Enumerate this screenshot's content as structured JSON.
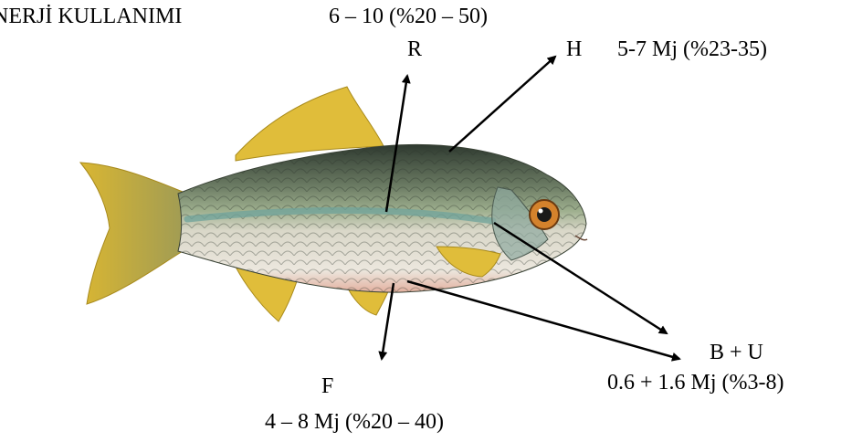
{
  "title": "NERJİ KULLANIMI",
  "labels": {
    "r_letter": "R",
    "r_value": "6 – 10 (%20 – 50)",
    "h_letter": "H",
    "h_value": "5-7 Mj (%23-35)",
    "bu_letter": "B + U",
    "bu_value": "0.6 + 1.6 Mj (%3-8)",
    "f_letter": "F",
    "f_value": "4 – 8 Mj (%20 – 40)"
  },
  "colors": {
    "fin": "#e0bd3a",
    "fin_dark": "#a88a1c",
    "back": "#3d4a3c",
    "side": "#8a9c80",
    "stripe": "#6fa39b",
    "belly": "#ebe6dc",
    "belly_pink": "#e7b5a3",
    "eye": "#d4822c"
  }
}
